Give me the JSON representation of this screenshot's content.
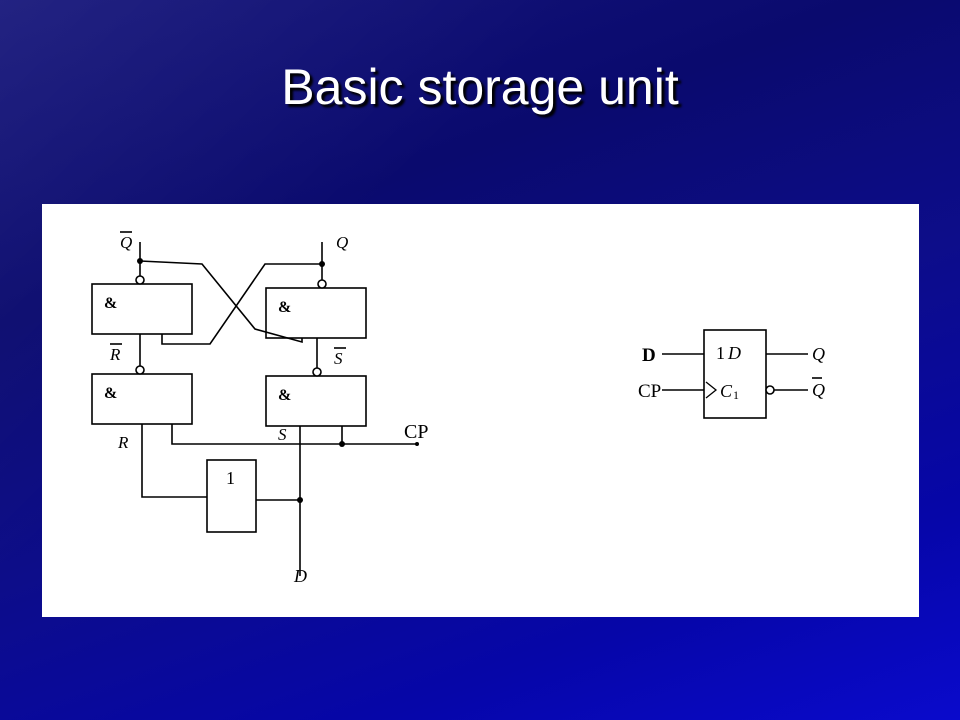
{
  "slide": {
    "title": "Basic storage unit"
  },
  "circuit": {
    "gate_and_symbol": "&",
    "gate_not_symbol": "1",
    "label_qbar": "Q",
    "label_q": "Q",
    "label_rbar": "R",
    "label_sbar": "S",
    "label_r": "R",
    "label_s": "S",
    "label_cp": "CP",
    "label_d": "D"
  },
  "symbol": {
    "input_d": "D",
    "input_cp": "CP",
    "inner_d_prefix": "1",
    "inner_d": "D",
    "inner_clock": "C",
    "inner_clock_sub": "1",
    "output_q": "Q",
    "output_qbar": "Q"
  },
  "colors": {
    "background": "#0a0a80",
    "title": "#ffffff",
    "panel": "#ffffff",
    "ink": "#000000"
  }
}
